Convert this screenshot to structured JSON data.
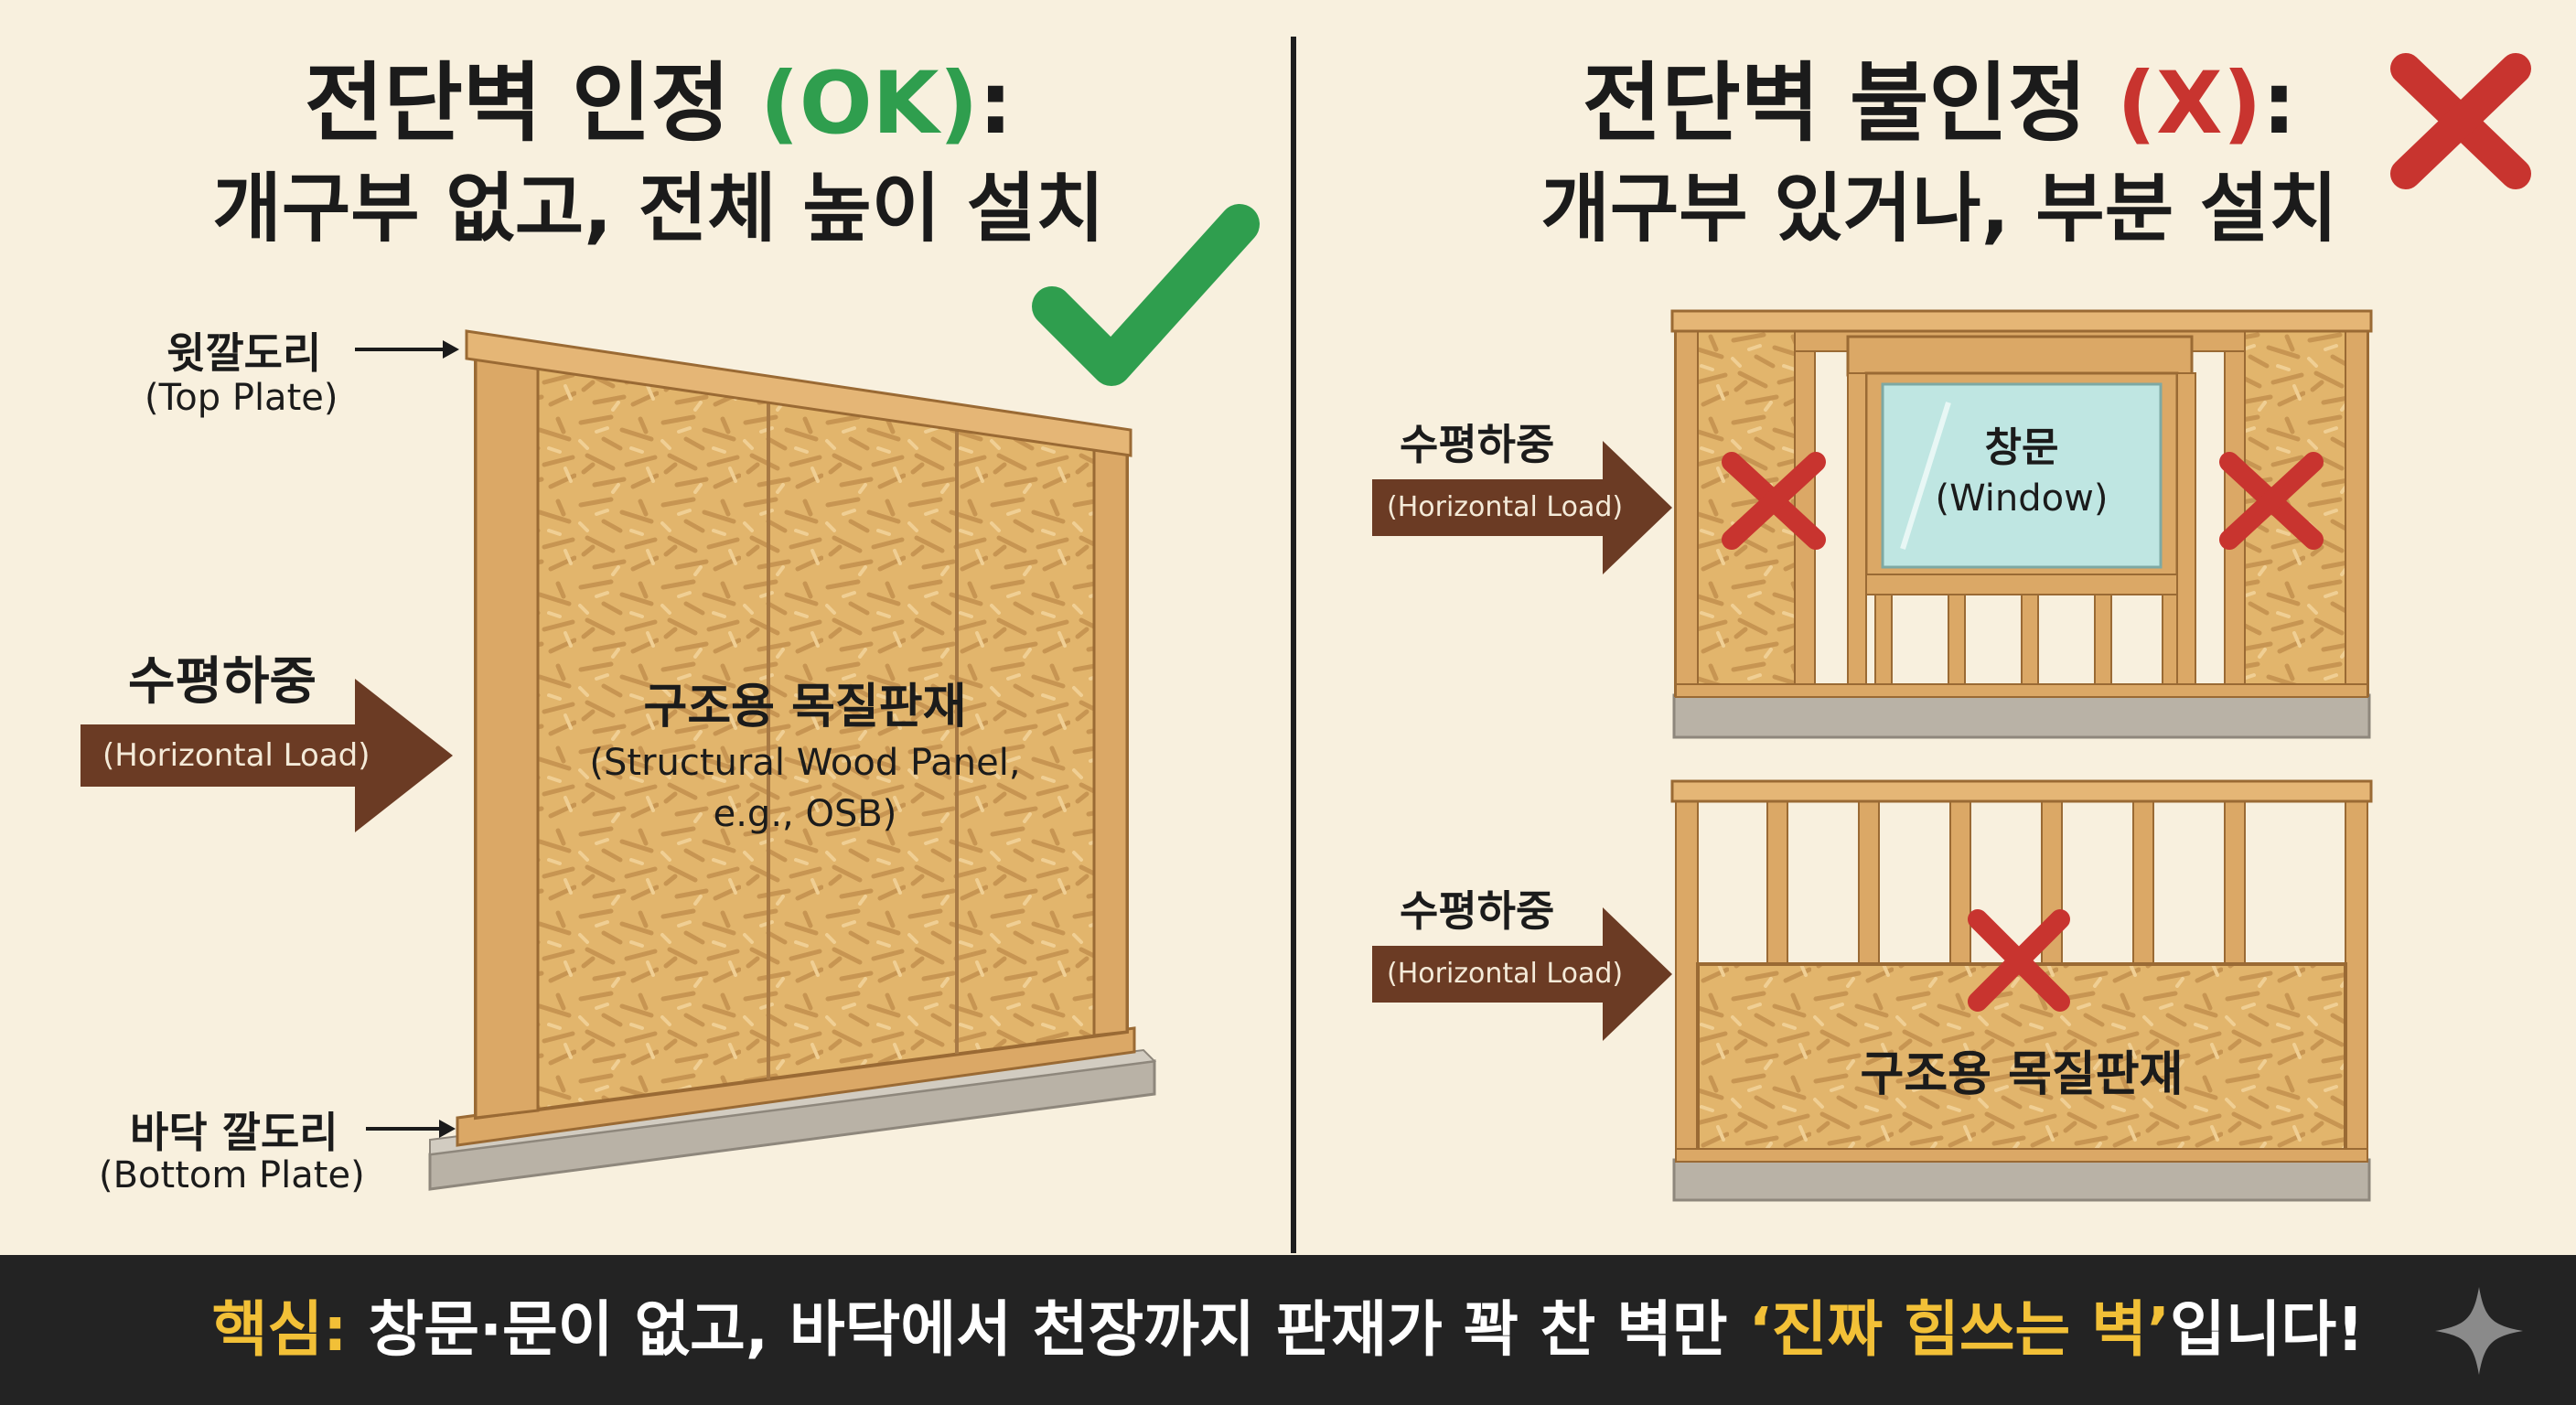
{
  "left": {
    "title_main": "전단벽 인정 ",
    "title_accent": "(OK)",
    "title_tail": ":",
    "subtitle": "개구부 없고, 전체 높이 설치",
    "top_plate_ko": "윗깔도리",
    "top_plate_en": "(Top Plate)",
    "load_ko": "수평하중",
    "load_en": "(Horizontal Load)",
    "panel_ko": "구조용 목질판재",
    "panel_en_1": "(Structural Wood Panel,",
    "panel_en_2": "e.g., OSB)",
    "bottom_plate_ko": "바닥 깔도리",
    "bottom_plate_en": "(Bottom Plate)"
  },
  "right": {
    "title_main": "전단벽 불인정 ",
    "title_accent": "(X)",
    "title_tail": ":",
    "subtitle": "개구부 있거나, 부분 설치",
    "top_load_ko": "수평하중",
    "top_load_en": "(Horizontal Load)",
    "window_ko": "창문",
    "window_en": "(Window)",
    "bottom_load_ko": "수평하중",
    "bottom_load_en": "(Horizontal Load)",
    "partial_panel_ko": "구조용 목질판재"
  },
  "footer": {
    "key_label": "핵심:",
    "msg_part1": " 창문·문이 없고, 바닥에서 천장까지 판재가 꽉 찬 벽만 ",
    "msg_highlight": "‘진짜 힘쓰는 벽’",
    "msg_part2": "입니다!"
  },
  "colors": {
    "ok_green": "#2f9e4e",
    "no_red": "#c8342f",
    "arrow_brown": "#6b3b24",
    "osb_tan": "#e2b56c",
    "wood_frame": "#dba866",
    "window_glass": "#bfe6e2",
    "highlight_gold": "#f2c037"
  }
}
